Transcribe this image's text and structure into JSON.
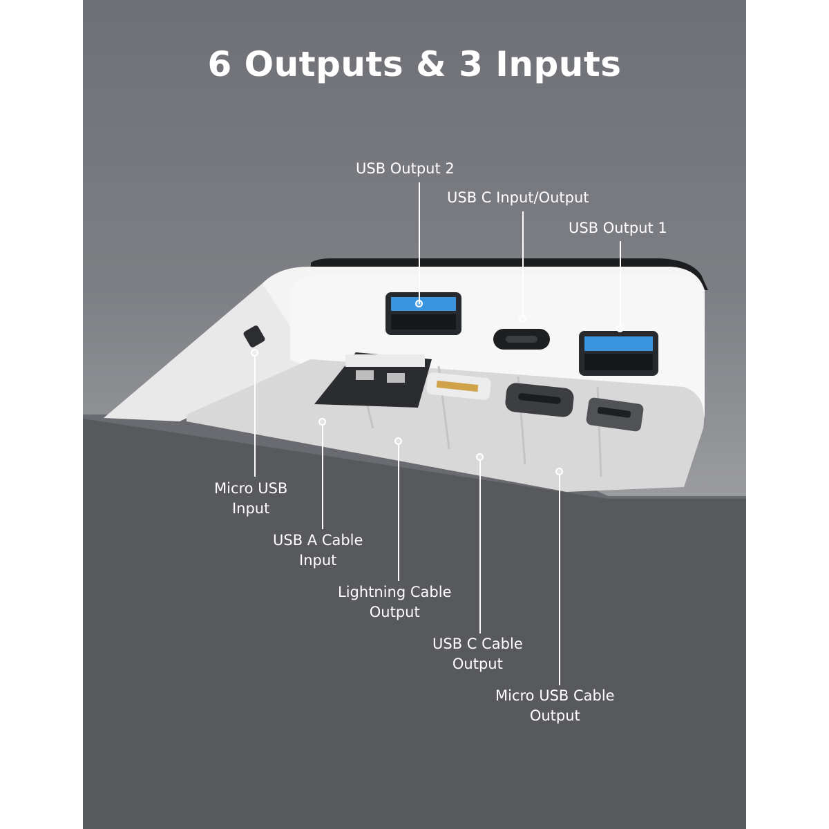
{
  "title": "6 Outputs & 3 Inputs",
  "labels": {
    "usb_output_2": "USB Output 2",
    "usb_c_input_output": "USB C Input/Output",
    "usb_output_1": "USB Output 1",
    "micro_usb_input": [
      "Micro USB",
      "Input"
    ],
    "usb_a_cable_input": [
      "USB A Cable",
      "Input"
    ],
    "lightning_cable_output": [
      "Lightning Cable",
      "Output"
    ],
    "usb_c_cable_output": [
      "USB C Cable",
      "Output"
    ],
    "micro_usb_cable_output": [
      "Micro USB Cable",
      "Output"
    ]
  },
  "colors": {
    "background": "#ffffff",
    "wall": "#7d7f84",
    "table": "#58595d",
    "device_body": "#f2f2f2",
    "port_accent": "#3a95e0",
    "label_text": "#ffffff"
  }
}
